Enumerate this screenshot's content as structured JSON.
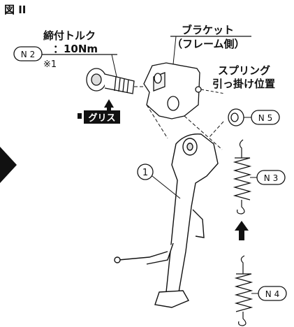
{
  "figure": {
    "title": "図 II"
  },
  "labels": {
    "torque_title": "締付トルク",
    "torque_value": "：10Nm",
    "note": "※1",
    "grease": "グリス",
    "bracket_line1": "ブラケット",
    "bracket_line2": "（フレーム側）",
    "spring_line1": "スプリング",
    "spring_line2": "引っ掛け位置"
  },
  "callouts": {
    "n2": "N 2",
    "n5": "N 5",
    "n3": "N 3",
    "n4": "N 4",
    "part1": "1"
  }
}
